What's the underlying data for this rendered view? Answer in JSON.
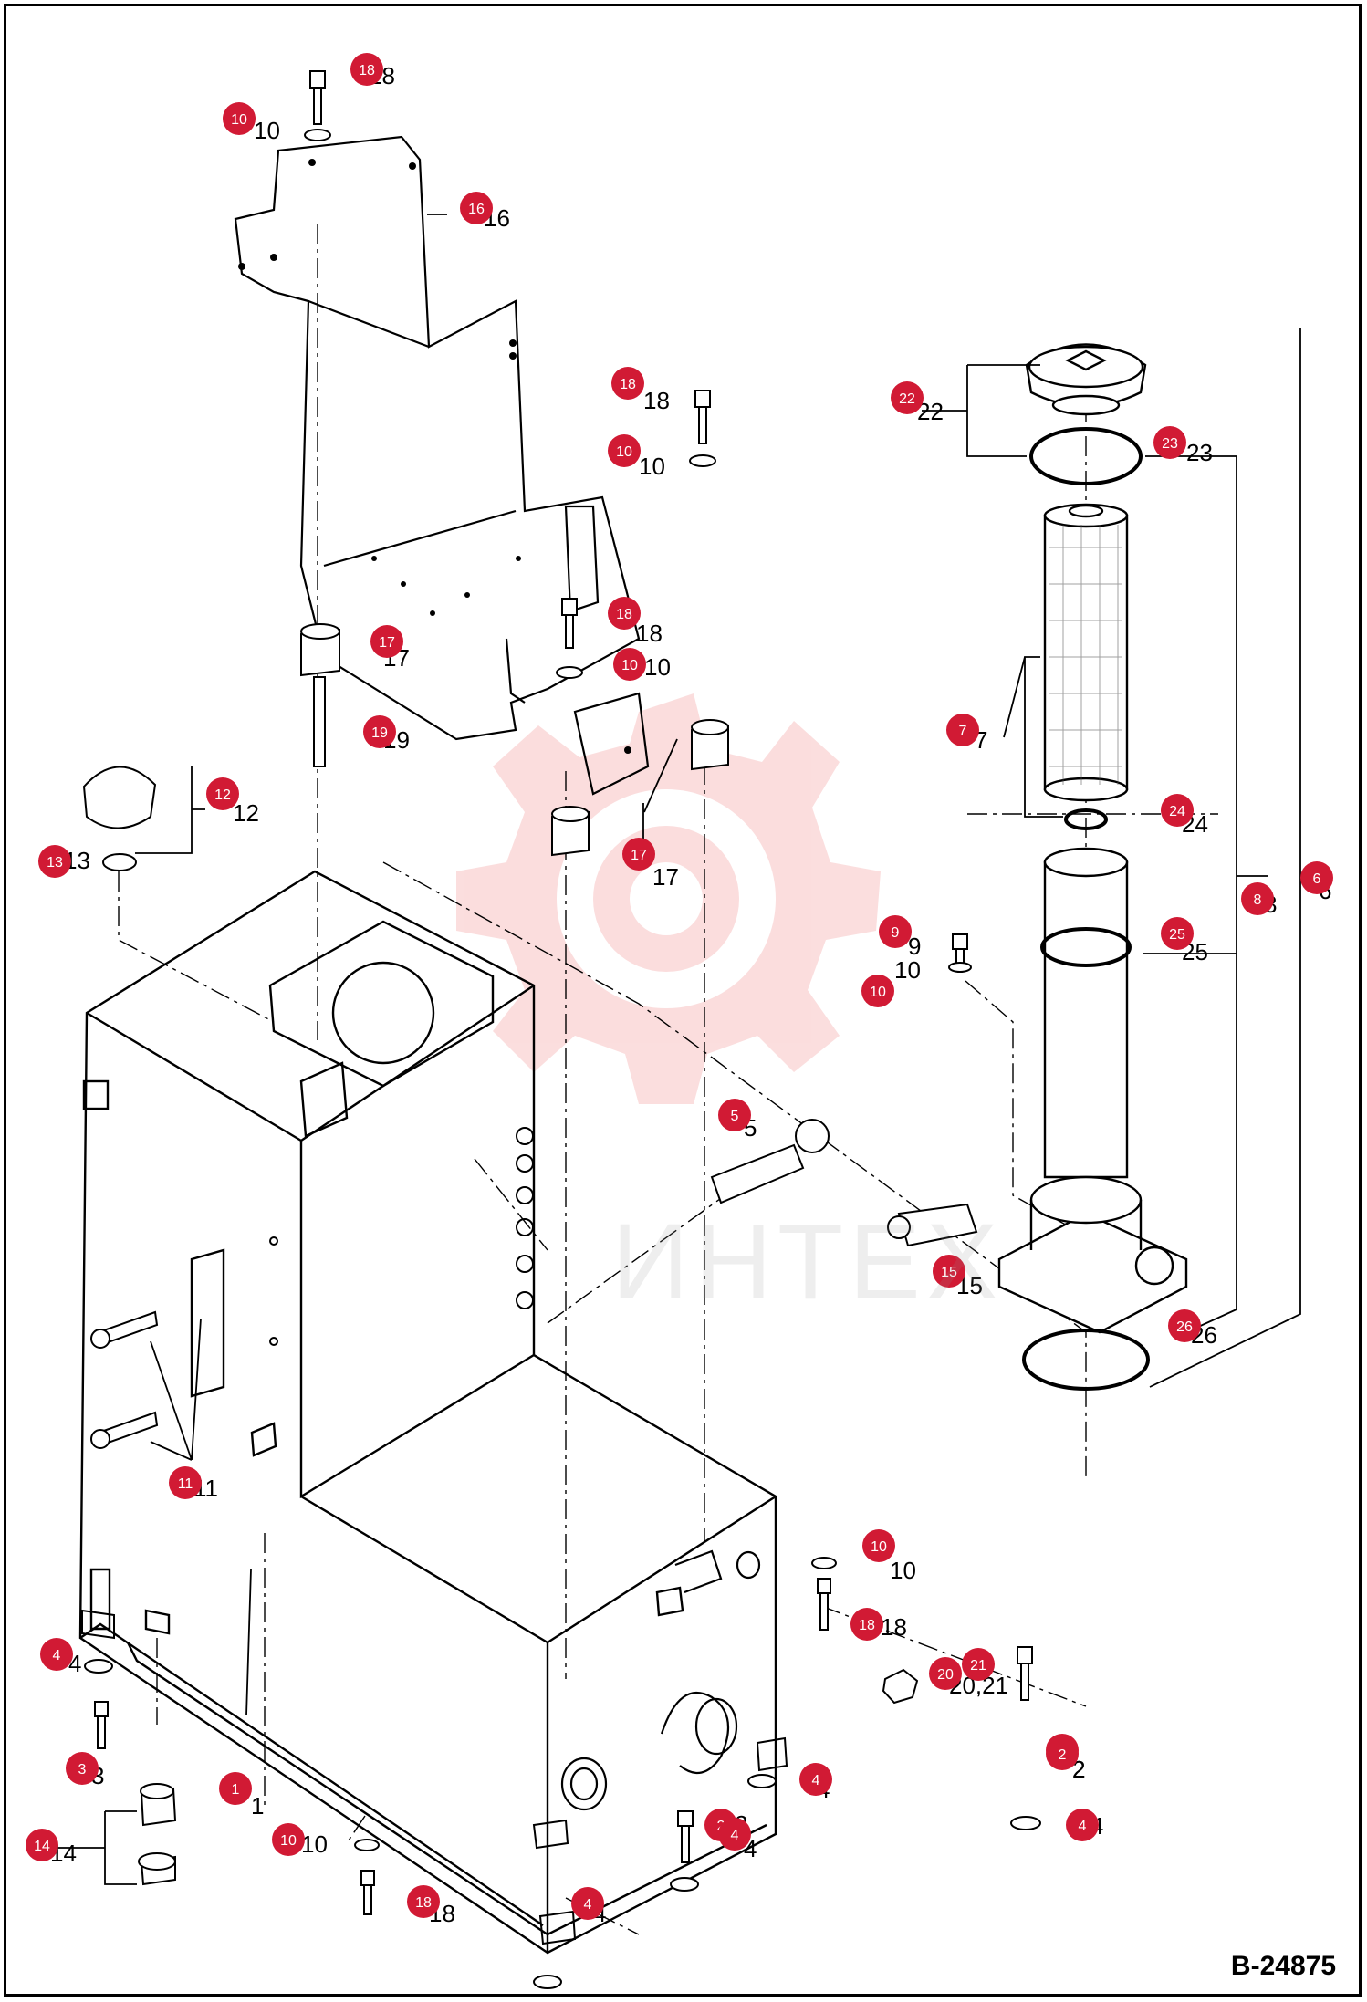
{
  "diagram": {
    "document_code": "B-24875",
    "watermark_text": "ИНТЕХ",
    "badge_color": "#d11a34",
    "watermark_color": "#f4a0a0",
    "callouts": [
      {
        "id": "c18a",
        "label": "18"
      },
      {
        "id": "c10a",
        "label": "10"
      },
      {
        "id": "c16",
        "label": "16"
      },
      {
        "id": "c18b",
        "label": "18"
      },
      {
        "id": "c10b",
        "label": "10"
      },
      {
        "id": "c22",
        "label": "22"
      },
      {
        "id": "c23",
        "label": "23"
      },
      {
        "id": "c18c",
        "label": "18"
      },
      {
        "id": "c10c",
        "label": "10"
      },
      {
        "id": "c17a",
        "label": "17"
      },
      {
        "id": "c19",
        "label": "19"
      },
      {
        "id": "c7",
        "label": "7"
      },
      {
        "id": "c12",
        "label": "12"
      },
      {
        "id": "c13",
        "label": "13"
      },
      {
        "id": "c24",
        "label": "24"
      },
      {
        "id": "c17b",
        "label": "17"
      },
      {
        "id": "c6",
        "label": "6"
      },
      {
        "id": "c8",
        "label": "8"
      },
      {
        "id": "c9",
        "label": "9"
      },
      {
        "id": "c25",
        "label": "25"
      },
      {
        "id": "c10d",
        "label": "10"
      },
      {
        "id": "c5",
        "label": "5"
      },
      {
        "id": "c15",
        "label": "15"
      },
      {
        "id": "c26",
        "label": "26"
      },
      {
        "id": "c11",
        "label": "11"
      },
      {
        "id": "c10e",
        "label": "10"
      },
      {
        "id": "c18d",
        "label": "18"
      },
      {
        "id": "c20",
        "label": "20"
      },
      {
        "id": "c21",
        "label": "21"
      },
      {
        "id": "c4a",
        "label": "4"
      },
      {
        "id": "c3",
        "label": "3"
      },
      {
        "id": "c1",
        "label": "1"
      },
      {
        "id": "c2a",
        "label": "2"
      },
      {
        "id": "c4b",
        "label": "4"
      },
      {
        "id": "c4c",
        "label": "4"
      },
      {
        "id": "c14",
        "label": "14"
      },
      {
        "id": "c10f",
        "label": "10"
      },
      {
        "id": "c2b",
        "label": "2"
      },
      {
        "id": "c4d",
        "label": "4"
      },
      {
        "id": "c18e",
        "label": "18"
      },
      {
        "id": "c4e",
        "label": "4"
      },
      {
        "id": "c2c",
        "label": "2"
      }
    ],
    "printed_numbers": [
      "18",
      "10",
      "16",
      "18",
      "10",
      "22",
      "23",
      "18",
      "10",
      "17",
      "19",
      "7",
      "12",
      "13",
      "24",
      "17",
      "6",
      "8",
      "9",
      "25",
      "10",
      "5",
      "15",
      "26",
      "11",
      "10",
      "18",
      "20,21",
      "4",
      "3",
      "1",
      "2",
      "4",
      "4",
      "14",
      "10",
      "2",
      "4",
      "18",
      "4",
      "2"
    ]
  }
}
